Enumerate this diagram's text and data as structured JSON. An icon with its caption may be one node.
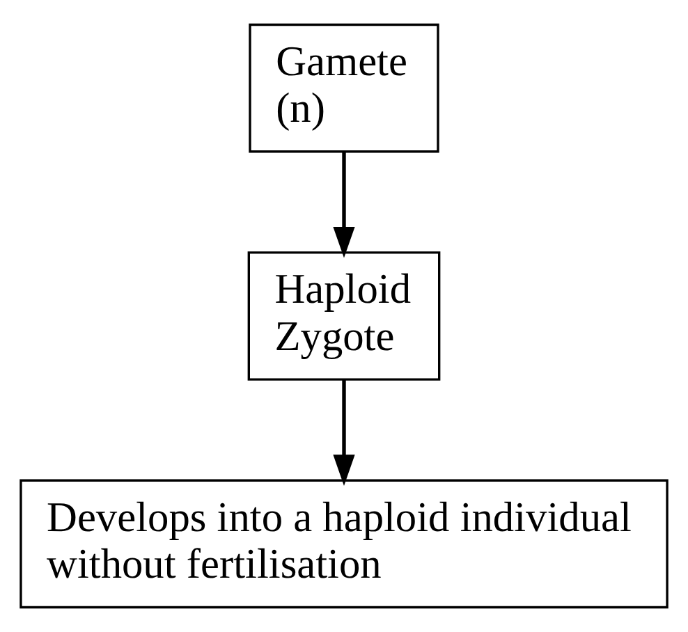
{
  "diagram": {
    "nodes": [
      {
        "text": [
          "Gamete (n)"
        ]
      },
      {
        "text": [
          "Haploid Zygote"
        ]
      },
      {
        "text": [
          "Develops into a haploid individual without fertilisation"
        ]
      }
    ],
    "edges": [
      {
        "from": 0,
        "to": 1,
        "arrow": "to"
      },
      {
        "from": 1,
        "to": 2,
        "arrow": "to"
      }
    ]
  }
}
